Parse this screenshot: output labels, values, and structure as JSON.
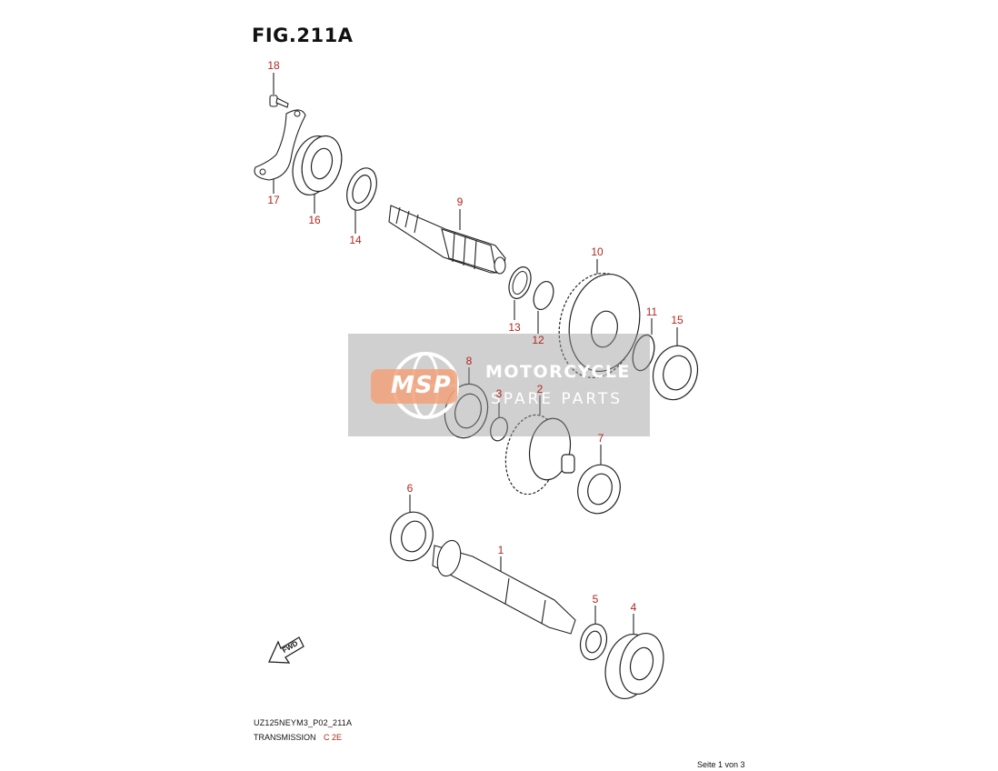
{
  "figure": {
    "title": "FIG.211A"
  },
  "callouts": [
    {
      "id": "18",
      "label": "18"
    },
    {
      "id": "17",
      "label": "17"
    },
    {
      "id": "16",
      "label": "16"
    },
    {
      "id": "14",
      "label": "14"
    },
    {
      "id": "9",
      "label": "9"
    },
    {
      "id": "10",
      "label": "10"
    },
    {
      "id": "13",
      "label": "13"
    },
    {
      "id": "12",
      "label": "12"
    },
    {
      "id": "11",
      "label": "11"
    },
    {
      "id": "15",
      "label": "15"
    },
    {
      "id": "8",
      "label": "8"
    },
    {
      "id": "3",
      "label": "3"
    },
    {
      "id": "2",
      "label": "2"
    },
    {
      "id": "7",
      "label": "7"
    },
    {
      "id": "6",
      "label": "6"
    },
    {
      "id": "1",
      "label": "1"
    },
    {
      "id": "5",
      "label": "5"
    },
    {
      "id": "4",
      "label": "4"
    }
  ],
  "direction_arrow": {
    "label": "FWD"
  },
  "footer": {
    "model_code": "UZ125NEYM3_P02_211A",
    "section_name": "TRANSMISSION",
    "section_marks": "C 2E"
  },
  "page_indicator": "Seite 1 von 3",
  "watermark": {
    "logo_text": "MSP",
    "line1": "MOTORCYCLE",
    "line2": "SPARE PARTS"
  },
  "colors": {
    "callout": "#b2271e",
    "lines": "#222222",
    "watermark_accent": "#f2a27a"
  }
}
